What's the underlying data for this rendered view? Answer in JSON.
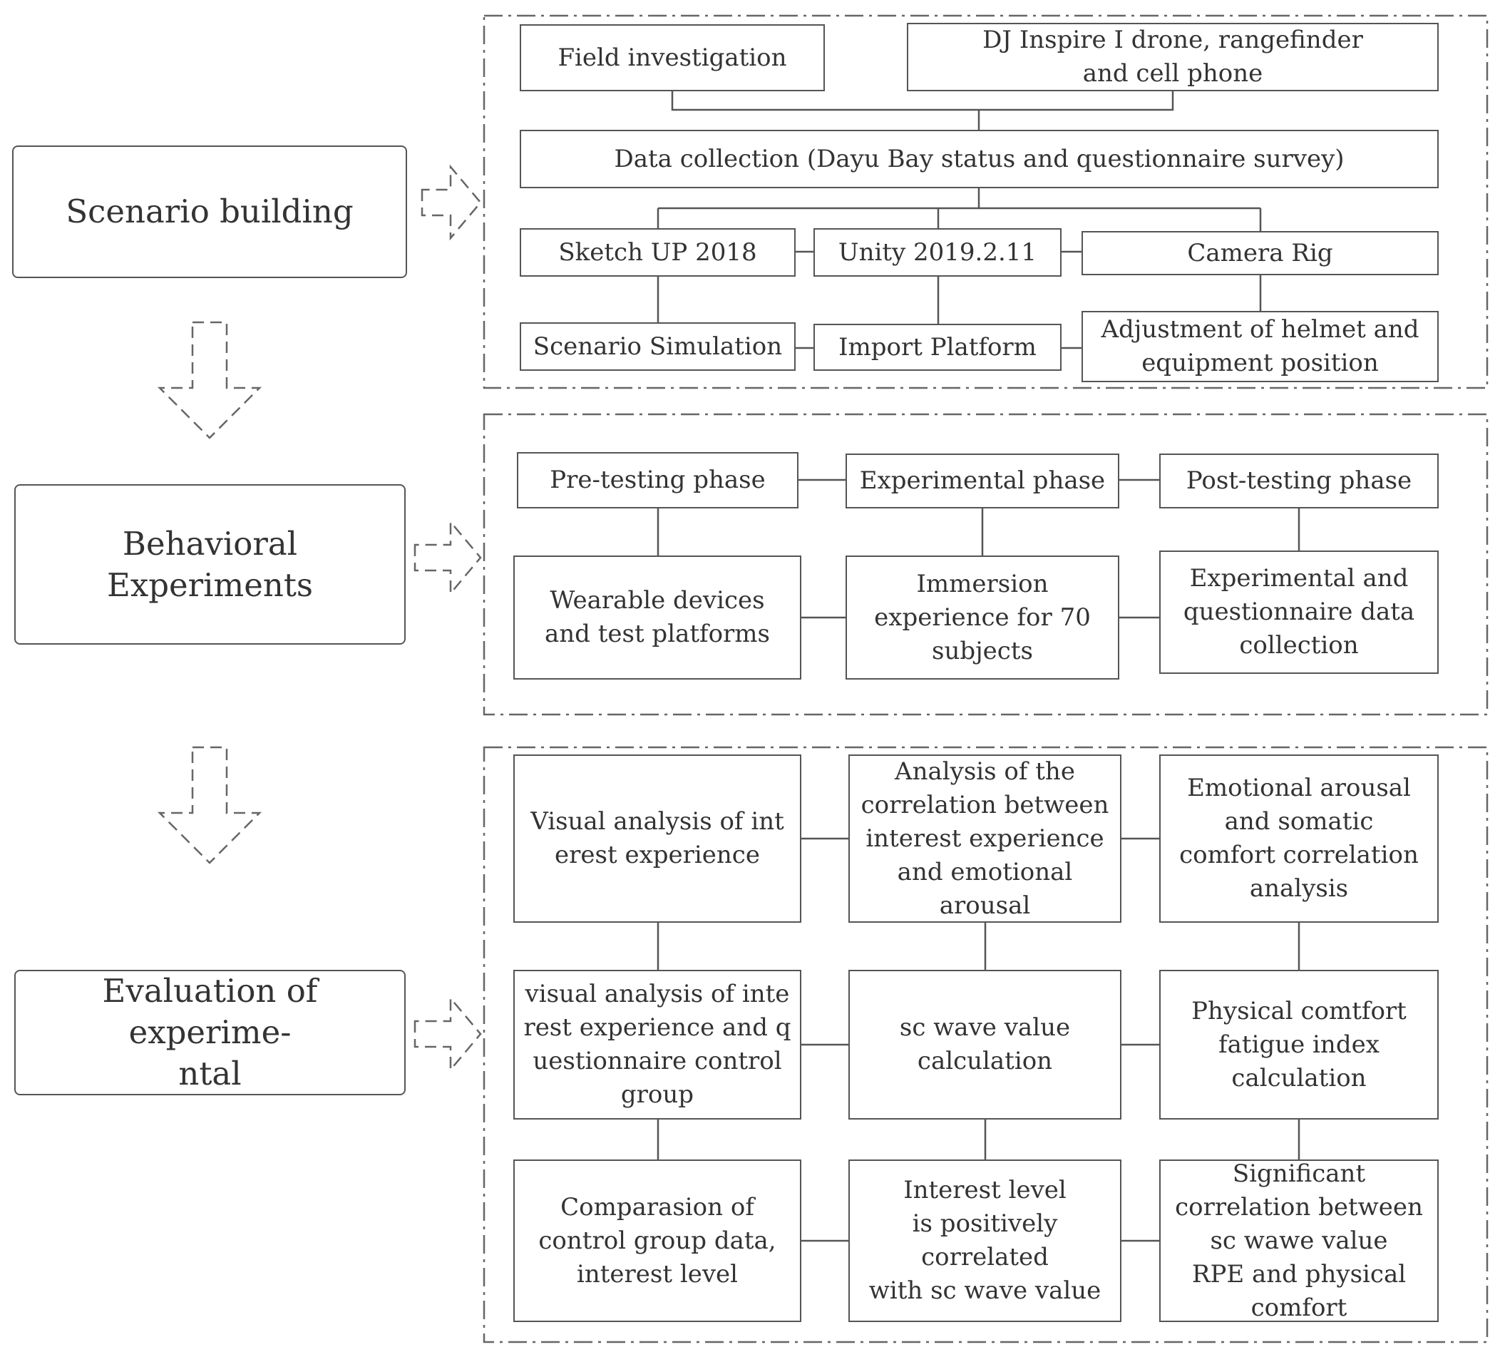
{
  "stages": {
    "scenario": "Scenario building",
    "behavioral": "Behavioral Experiments",
    "evaluation": "Evaluation of experime-\nntal"
  },
  "scenario": {
    "field_investigation": "Field investigation",
    "equipment": "DJ Inspire Ⅰ drone, rangefinder\nand cell phone",
    "data_collection": "Data collection (Dayu Bay status and questionnaire survey)",
    "sketchup": "Sketch UP 2018",
    "unity": "Unity 2019.2.11",
    "camera_rig": "Camera Rig",
    "scenario_simulation": "Scenario Simulation",
    "import_platform": "Import Platform",
    "adjustment": "Adjustment of helmet and\nequipment position"
  },
  "behavioral": {
    "pre_testing": "Pre-testing phase",
    "experimental": "Experimental phase",
    "post_testing": "Post-testing phase",
    "wearable": "Wearable devices\nand test platforms",
    "immersion": "Immersion\nexperience for 70\nsubjects",
    "data_collection": "Experimental and\nquestionnaire data\ncollection"
  },
  "evaluation": {
    "r1c1": "Visual analysis of int\nerest experience",
    "r1c2": "Analysis of the\ncorrelation between\ninterest experience\nand emotional\narousal",
    "r1c3": "Emotional arousal\nand somatic\ncomfort correlation\nanalysis",
    "r2c1": "visual analysis of inte\nrest experience and q\nuestionnaire control\ngroup",
    "r2c2": "sc wave value\ncalculation",
    "r2c3": "Physical comtfort\nfatigue index\ncalculation",
    "r3c1": "Comparasion of\ncontrol group data,\ninterest level",
    "r3c2": "Interest level\nis positively\ncorrelated\nwith sc wave value",
    "r3c3": "Significant\ncorrelation between\nsc wawe value\nRPE and physical\ncomfort"
  }
}
